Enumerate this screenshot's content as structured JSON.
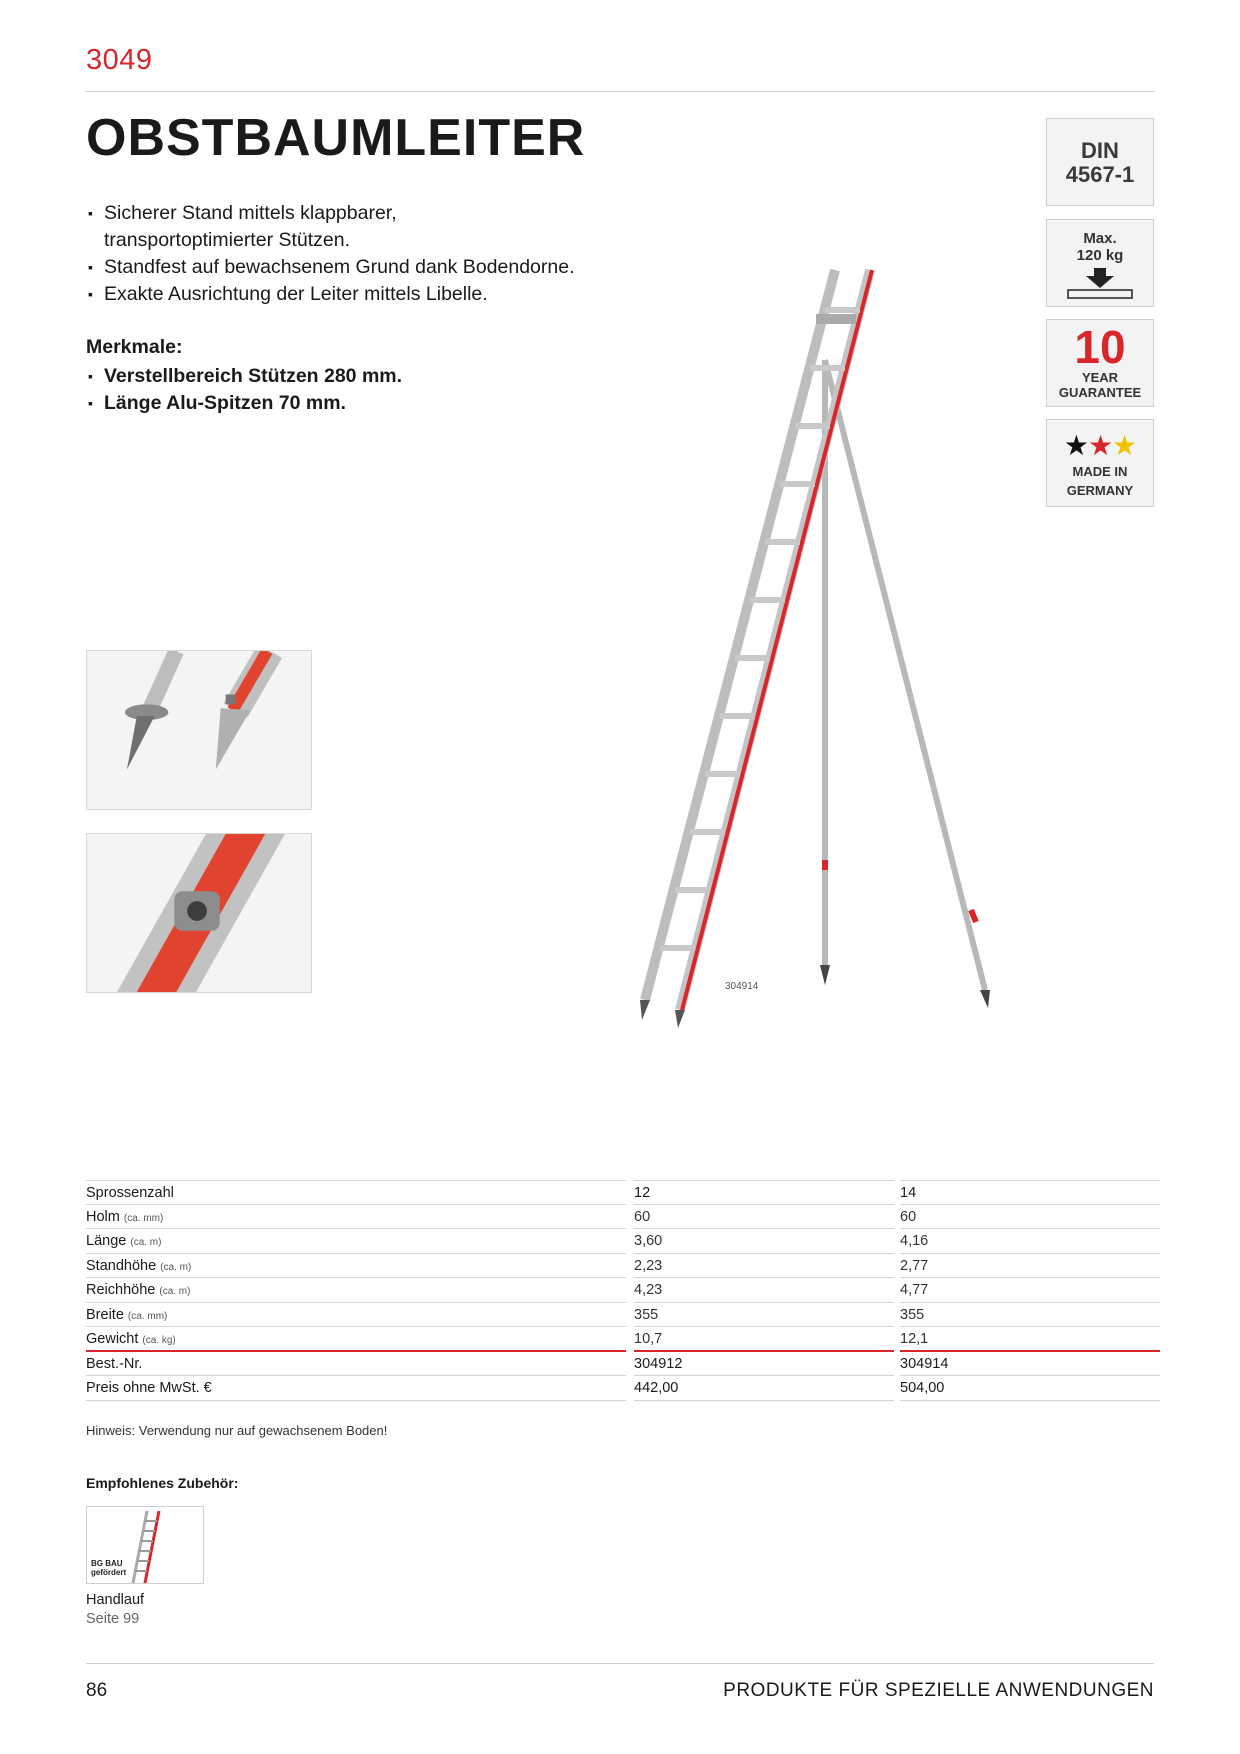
{
  "header": {
    "code": "3049",
    "title": "OBSTBAUMLEITER"
  },
  "features": [
    "Sicherer Stand mittels klappbarer,",
    "transportoptimierter Stützen.",
    "Standfest auf bewachsenem Grund dank Bodendorne.",
    "Exakte Ausrichtung der Leiter mittels Libelle."
  ],
  "merkmale": {
    "title": "Merkmale:",
    "items": [
      "Verstellbereich Stützen 280 mm.",
      "Länge Alu-Spitzen 70 mm."
    ]
  },
  "badges": {
    "din_line1": "DIN",
    "din_line2": "4567-1",
    "max_line1": "Max.",
    "max_line2": "120 kg",
    "year_big": "10",
    "year_line1": "YEAR",
    "year_line2": "GUARANTEE",
    "made_stars": "★★★",
    "made_line1": "MADE IN",
    "made_line2": "GERMANY"
  },
  "product_image": {
    "article_label": "304914"
  },
  "specs": {
    "rows": [
      {
        "label": "Sprossenzahl",
        "unit": "",
        "v1": "12",
        "v2": "14"
      },
      {
        "label": "Holm",
        "unit": "(ca. mm)",
        "v1": "60",
        "v2": "60"
      },
      {
        "label": "Länge",
        "unit": "(ca. m)",
        "v1": "3,60",
        "v2": "4,16"
      },
      {
        "label": "Standhöhe",
        "unit": "(ca. m)",
        "v1": "2,23",
        "v2": "2,77"
      },
      {
        "label": "Reichhöhe",
        "unit": "(ca. m)",
        "v1": "4,23",
        "v2": "4,77"
      },
      {
        "label": "Breite",
        "unit": "(ca. mm)",
        "v1": "355",
        "v2": "355"
      },
      {
        "label": "Gewicht",
        "unit": "(ca. kg)",
        "v1": "10,7",
        "v2": "12,1"
      },
      {
        "label": "Best.-Nr.",
        "unit": "",
        "v1": "304912",
        "v2": "304914"
      },
      {
        "label": "Preis ohne MwSt. €",
        "unit": "",
        "v1": "442,00",
        "v2": "504,00"
      }
    ]
  },
  "note": "Hinweis: Verwendung nur auf gewachsenem Boden!",
  "accessory": {
    "title": "Empfohlenes Zubehör:",
    "badge_line1": "BG BAU",
    "badge_line2": "gefördert",
    "name": "Handlauf",
    "page": "Seite 99"
  },
  "footer": {
    "page_number": "86",
    "section": "PRODUKTE FÜR SPEZIELLE ANWENDUNGEN"
  },
  "colors": {
    "accent": "#d9262b",
    "text": "#1a1a1a",
    "badge_bg": "#f3f3f3"
  }
}
